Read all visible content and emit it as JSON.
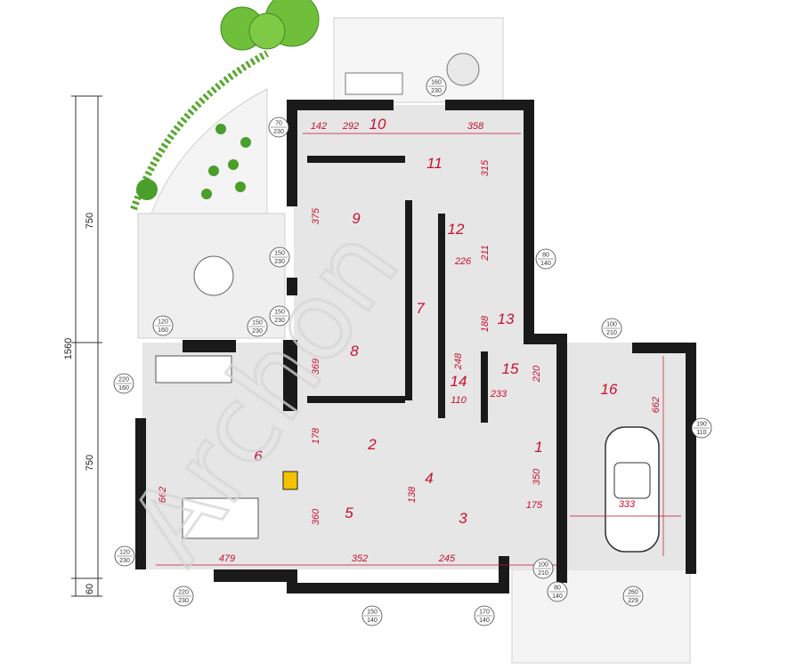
{
  "watermark": "Archon",
  "colors": {
    "wall": "#1a1a1a",
    "floor": "#e6e6e6",
    "terrace": "#efefef",
    "red": "#c8102e",
    "greenery": "#58a82e"
  },
  "rooms": [
    {
      "id": "1",
      "label": "1"
    },
    {
      "id": "2",
      "label": "2"
    },
    {
      "id": "3",
      "label": "3"
    },
    {
      "id": "4",
      "label": "4"
    },
    {
      "id": "5",
      "label": "5"
    },
    {
      "id": "6",
      "label": "6"
    },
    {
      "id": "7",
      "label": "7"
    },
    {
      "id": "8",
      "label": "8"
    },
    {
      "id": "9",
      "label": "9"
    },
    {
      "id": "10",
      "label": "10"
    },
    {
      "id": "11",
      "label": "11"
    },
    {
      "id": "12",
      "label": "12"
    },
    {
      "id": "13",
      "label": "13"
    },
    {
      "id": "14",
      "label": "14"
    },
    {
      "id": "15",
      "label": "15"
    },
    {
      "id": "16",
      "label": "16"
    }
  ],
  "dimensions": [
    "142",
    "292",
    "358",
    "315",
    "375",
    "226",
    "211",
    "188",
    "248",
    "110",
    "220",
    "233",
    "662",
    "369",
    "178",
    "350",
    "175",
    "333",
    "138",
    "360",
    "245",
    "352",
    "479",
    "662"
  ],
  "openings": [
    {
      "top": "160",
      "bottom": "230"
    },
    {
      "top": "70",
      "bottom": "230"
    },
    {
      "top": "80",
      "bottom": "140"
    },
    {
      "top": "150",
      "bottom": "230"
    },
    {
      "top": "150",
      "bottom": "230"
    },
    {
      "top": "120",
      "bottom": "160"
    },
    {
      "top": "150",
      "bottom": "230"
    },
    {
      "top": "100",
      "bottom": "210"
    },
    {
      "top": "220",
      "bottom": "160"
    },
    {
      "top": "190",
      "bottom": "110"
    },
    {
      "top": "120",
      "bottom": "230"
    },
    {
      "top": "220",
      "bottom": "230"
    },
    {
      "top": "150",
      "bottom": "140"
    },
    {
      "top": "170",
      "bottom": "140"
    },
    {
      "top": "100",
      "bottom": "210"
    },
    {
      "top": "80",
      "bottom": "140"
    },
    {
      "top": "260",
      "bottom": "229"
    }
  ],
  "overall_dimensions": [
    "1560",
    "750",
    "750",
    "60"
  ]
}
